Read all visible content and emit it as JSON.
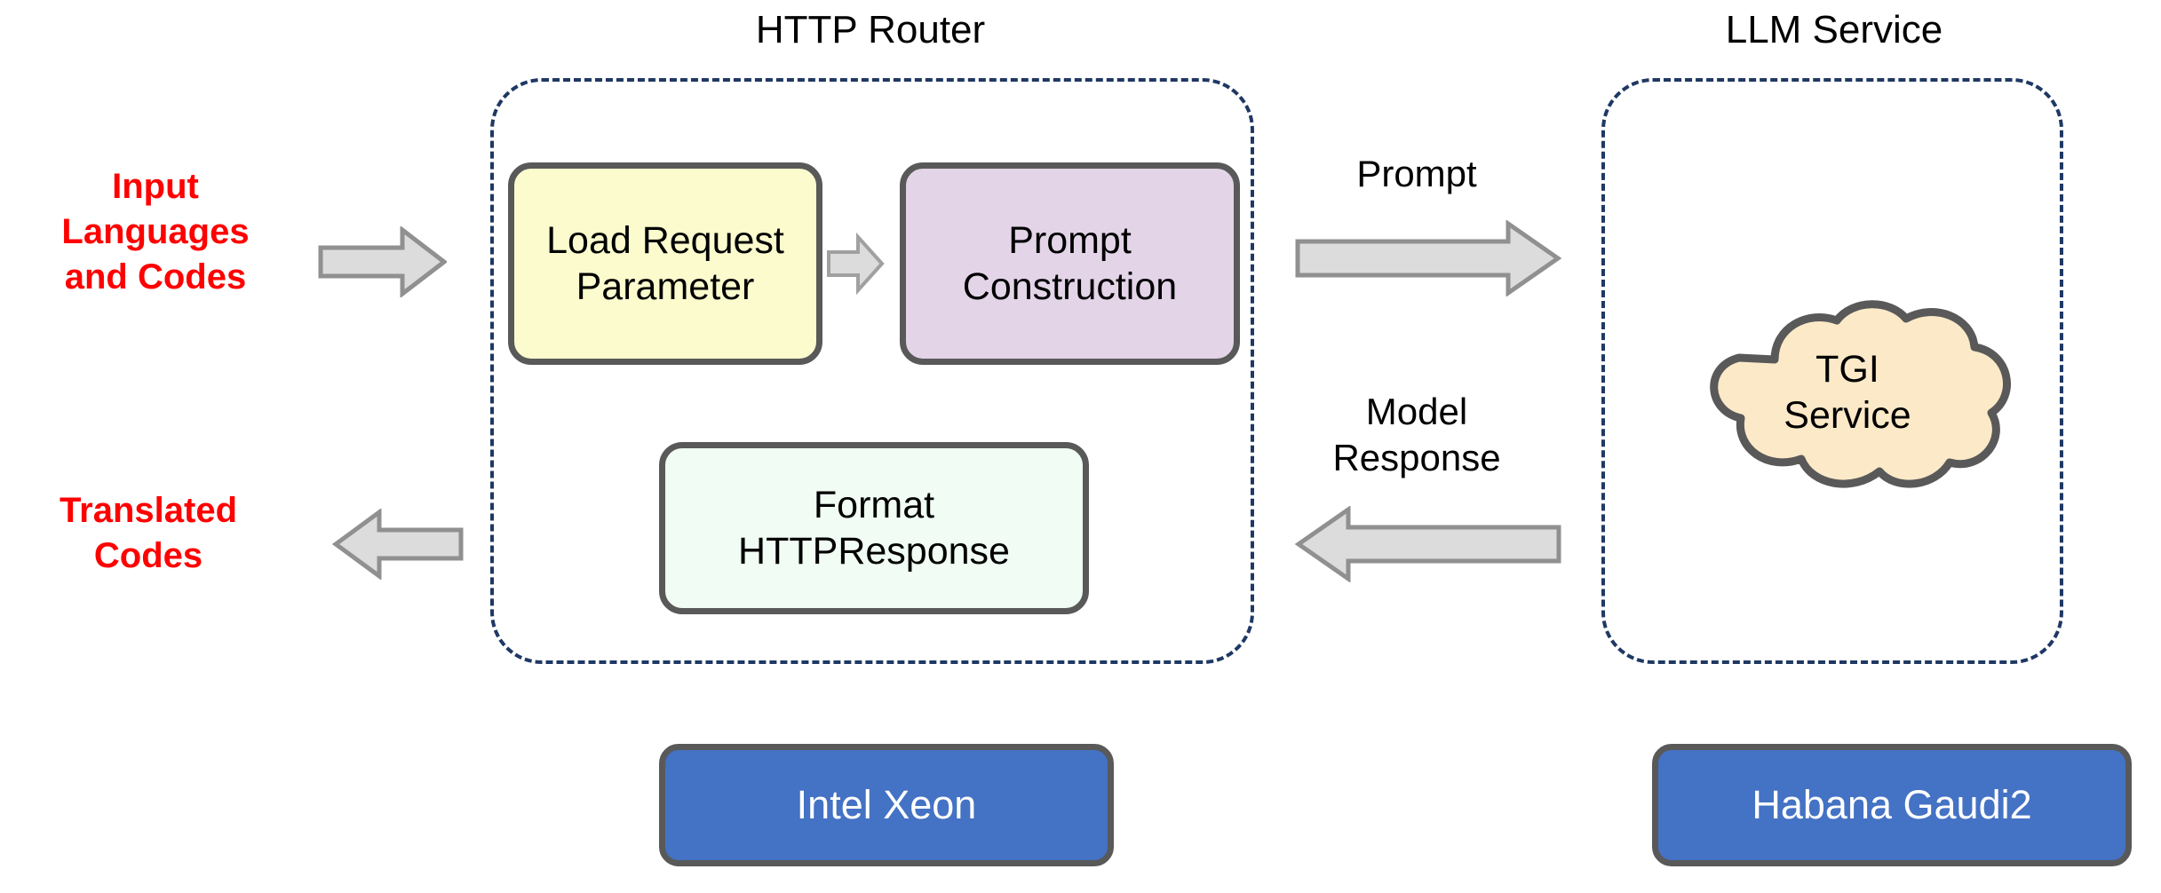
{
  "diagram": {
    "title_http_router": "HTTP Router",
    "title_llm_service": "LLM Service"
  },
  "io": {
    "input_label": "Input\nLanguages\nand Codes",
    "output_label": "Translated\nCodes",
    "input_arrow_icon": "arrow-right-icon",
    "output_arrow_icon": "arrow-left-icon"
  },
  "router": {
    "boxes": [
      {
        "label": "Load\nRequest\nParameter",
        "color": "#FBFBCE"
      },
      {
        "label": "Prompt\nConstruction",
        "color": "#E3D4E8"
      },
      {
        "label": "Format\nHTTPResponse",
        "color": "#F0FCF4"
      }
    ],
    "internal_arrow_icon": "arrow-right-icon"
  },
  "llm": {
    "cloud_label": "TGI\nService",
    "cloud_fill": "#FBE9C8",
    "cloud_stroke": "#595959"
  },
  "links": {
    "prompt_label": "Prompt",
    "prompt_arrow_icon": "arrow-right-icon",
    "response_label": "Model\nResponse",
    "response_arrow_icon": "arrow-left-icon"
  },
  "hardware": {
    "left_label": "Intel Xeon",
    "right_label": "Habana Gaudi2",
    "accent": "#4472C4"
  },
  "colors": {
    "dashed_border": "#1F3864",
    "box_border": "#595959",
    "arrow_fill": "#DCDCDC",
    "arrow_stroke": "#909090",
    "io_text": "#FF0000"
  }
}
